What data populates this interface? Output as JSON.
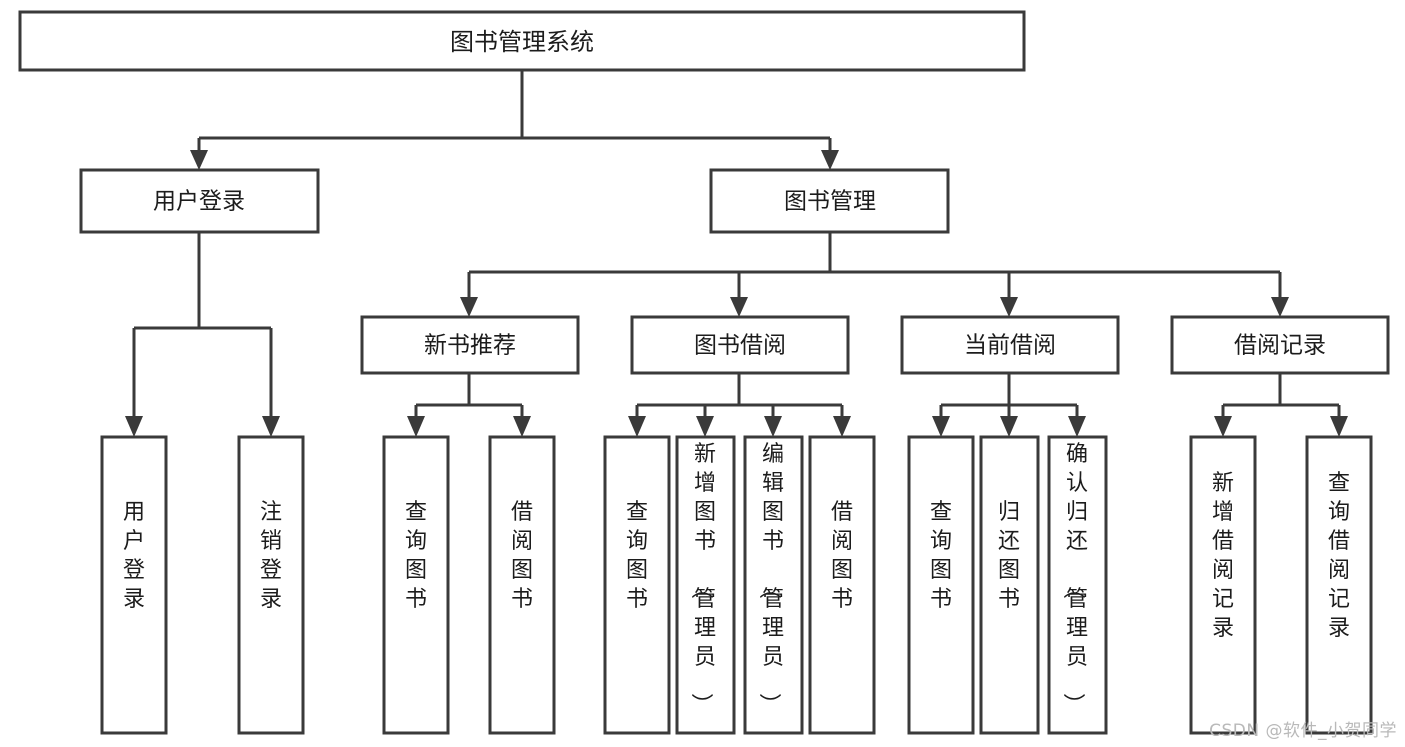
{
  "diagram": {
    "title": "图书管理系统",
    "watermark": "CSDN @软件_小贺同学",
    "type": "tree-hierarchy",
    "orientation": "top-down",
    "line_color": "#3a3a3a",
    "box_fill": "#ffffff",
    "text_color": "#1c1c1c",
    "watermark_color": "#b9b9b9"
  },
  "nodes": {
    "root": {
      "label": "图书管理系统",
      "level": 1
    },
    "level2": [
      {
        "id": "user-login",
        "label": "用户登录"
      },
      {
        "id": "book-manage",
        "label": "图书管理"
      }
    ],
    "level3": [
      {
        "id": "new-book-recommend",
        "label": "新书推荐",
        "parent": "book-manage"
      },
      {
        "id": "book-borrow",
        "label": "图书借阅",
        "parent": "book-manage"
      },
      {
        "id": "current-borrow",
        "label": "当前借阅",
        "parent": "book-manage"
      },
      {
        "id": "borrow-record",
        "label": "借阅记录",
        "parent": "book-manage"
      }
    ],
    "leaves": {
      "user-login": [
        {
          "id": "leaf-user-login",
          "label": "用户登录"
        },
        {
          "id": "leaf-user-logout",
          "label": "注销登录"
        }
      ],
      "new-book-recommend": [
        {
          "id": "leaf-query-book-1",
          "label": "查询图书"
        },
        {
          "id": "leaf-borrow-book-1",
          "label": "借阅图书"
        }
      ],
      "book-borrow": [
        {
          "id": "leaf-query-book-2",
          "label": "查询图书"
        },
        {
          "id": "leaf-add-book",
          "label": "新增图书（管理员）"
        },
        {
          "id": "leaf-edit-book",
          "label": "编辑图书（管理员）"
        },
        {
          "id": "leaf-borrow-book-2",
          "label": "借阅图书"
        }
      ],
      "current-borrow": [
        {
          "id": "leaf-query-book-3",
          "label": "查询图书"
        },
        {
          "id": "leaf-return-book",
          "label": "归还图书"
        },
        {
          "id": "leaf-confirm-return",
          "label": "确认归还（管理员）"
        }
      ],
      "borrow-record": [
        {
          "id": "leaf-add-record",
          "label": "新增借阅记录"
        },
        {
          "id": "leaf-query-record",
          "label": "查询借阅记录"
        }
      ]
    }
  }
}
